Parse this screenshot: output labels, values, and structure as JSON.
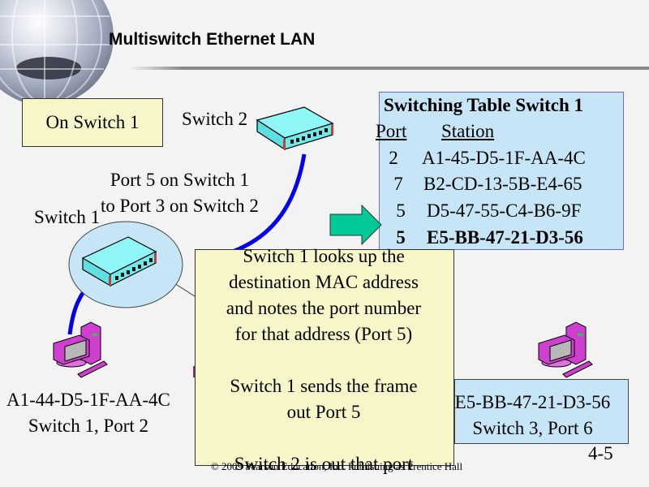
{
  "slide": {
    "title": "Multiswitch Ethernet LAN",
    "page_number": "4-5",
    "copyright": "© 2009 Pearson Education, Inc.  Publishing as Prentice Hall"
  },
  "labels": {
    "context_box": "On Switch 1",
    "switch2": "Switch 2",
    "switch1": "Switch 1",
    "link_line1": "Port 5 on Switch 1",
    "link_line2": "to Port 3 on Switch 2"
  },
  "switching_table": {
    "title": "Switching Table Switch 1",
    "headers": {
      "port": "Port",
      "station": "Station"
    },
    "rows": [
      {
        "port": "2",
        "station": "A1-45-D5-1F-AA-4C",
        "highlighted": false
      },
      {
        "port": "7",
        "station": "B2-CD-13-5B-E4-65",
        "highlighted": false
      },
      {
        "port": "5",
        "station": "D5-47-55-C4-B6-9F",
        "highlighted": false
      },
      {
        "port": "5",
        "station": "E5-BB-47-21-D3-56",
        "highlighted": true
      }
    ]
  },
  "explanation": {
    "lines": [
      "Switch 1 looks up the",
      "destination MAC address",
      "and notes the port number",
      "for that address (Port 5)",
      "",
      "Switch 1 sends the frame",
      "out Port 5",
      "",
      "Switch 2 is out that port"
    ]
  },
  "source_host": {
    "mac": "A1-44-D5-1F-AA-4C",
    "location": "Switch 1, Port 2"
  },
  "destination_host": {
    "mac": "E5-BB-47-21-D3-56",
    "location": "Switch 3, Port 6"
  },
  "colors": {
    "cable": "#0000ee",
    "switch_body": "#8ff7f7",
    "computer": "#d040d0",
    "arrow": "#00c896",
    "note_yellow": "#f7f6c8",
    "table_blue": "#c6e6f7"
  }
}
